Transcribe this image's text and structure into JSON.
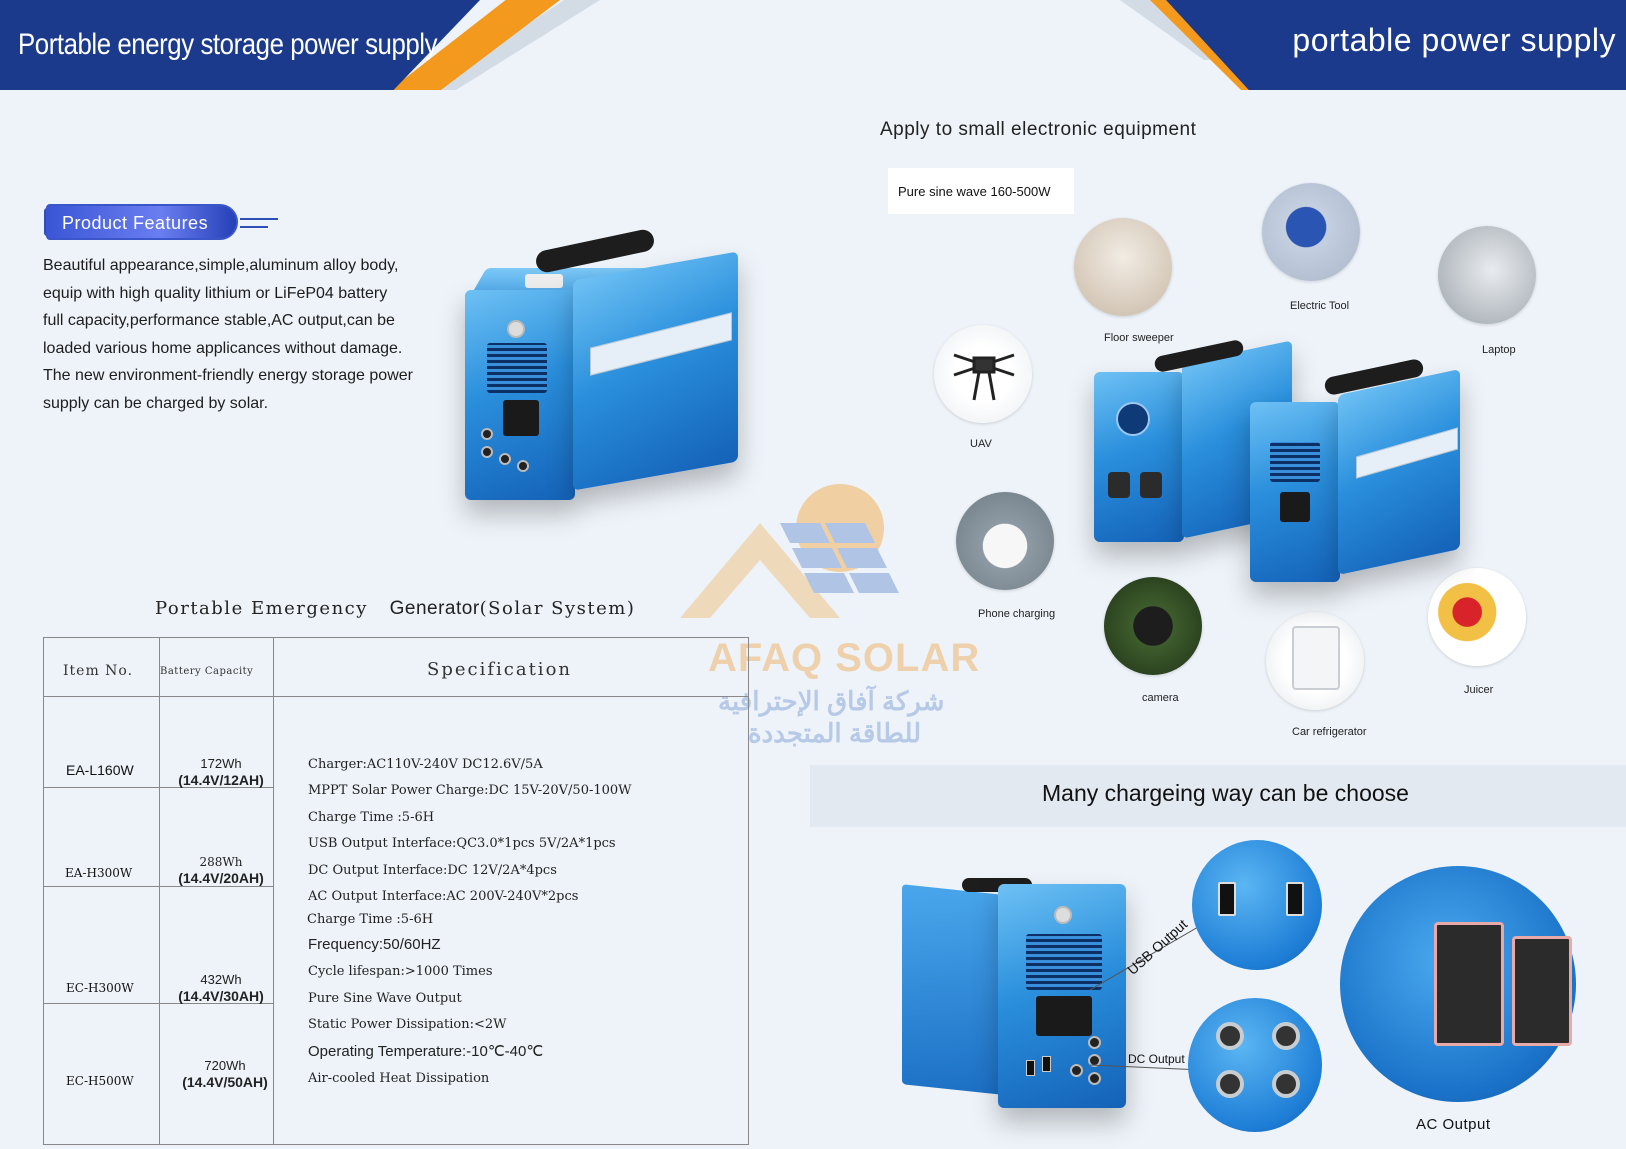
{
  "header": {
    "left_title": "Portable energy storage power supply",
    "right_title": "portable power supply"
  },
  "features": {
    "badge": "Product Features",
    "lines": [
      "Beautiful appearance,simple,aluminum alloy body,",
      "equip with high quality lithium or LiFeP04 battery",
      "full capacity,performance stable,AC output,can be",
      "loaded various home applicances without damage.",
      "The new environment-friendly energy storage power",
      "supply can be charged by solar."
    ]
  },
  "applications": {
    "title": "Apply to small electronic equipment",
    "badge": "Pure sine wave 160-500W",
    "items": [
      "Floor sweeper",
      "Electric Tool",
      "Laptop",
      "UAV",
      "Phone charging",
      "camera",
      "Car refrigerator",
      "Juicer"
    ]
  },
  "watermark": {
    "brand": "AFAQ SOLAR",
    "arabic_line1": "شركة آفاق الإحترافية",
    "arabic_line2": "للطاقة المتجددة"
  },
  "table": {
    "title_part1": "Portable Emergency",
    "title_part2": "Generator",
    "title_part3": "(Solar System)",
    "headers": [
      "Item No.",
      "Battery Capacity",
      "Specification"
    ],
    "rows": [
      {
        "model": "EA-L160W",
        "capacity": "172Wh",
        "voltage": "(14.4V/12AH)"
      },
      {
        "model": "EA-H300W",
        "capacity": "288Wh",
        "voltage": "(14.4V/20AH)"
      },
      {
        "model": "EC-H300W",
        "capacity": "432Wh",
        "voltage": "(14.4V/30AH)"
      },
      {
        "model": "EC-H500W",
        "capacity": "720Wh",
        "voltage": "(14.4V/50AH)"
      }
    ],
    "specs": [
      "Charger:AC110V-240V   DC12.6V/5A",
      "MPPT Solar Power Charge:DC 15V-20V/50-100W",
      "Charge Time :5-6H",
      "USB Output Interface:QC3.0*1pcs   5V/2A*1pcs",
      "DC Output Interface:DC 12V/2A*4pcs",
      "AC Output Interface:AC 200V-240V*2pcs",
      "Charge Time :5-6H",
      "Frequency:50/60HZ",
      "Cycle lifespan:>1000 Times",
      "Pure Sine Wave Output",
      "Static Power Dissipation:<2W",
      "Operating Temperature:-10℃-40℃",
      "Air-cooled Heat Dissipation"
    ]
  },
  "charging": {
    "title": "Many chargeing way can be choose",
    "usb_label": "USB Output",
    "dc_label": "DC Output",
    "ac_label": "AC Output"
  },
  "colors": {
    "header_blue": "#1b3a8c",
    "accent_orange": "#f39a1e",
    "product_blue": "#2a8fdc"
  }
}
